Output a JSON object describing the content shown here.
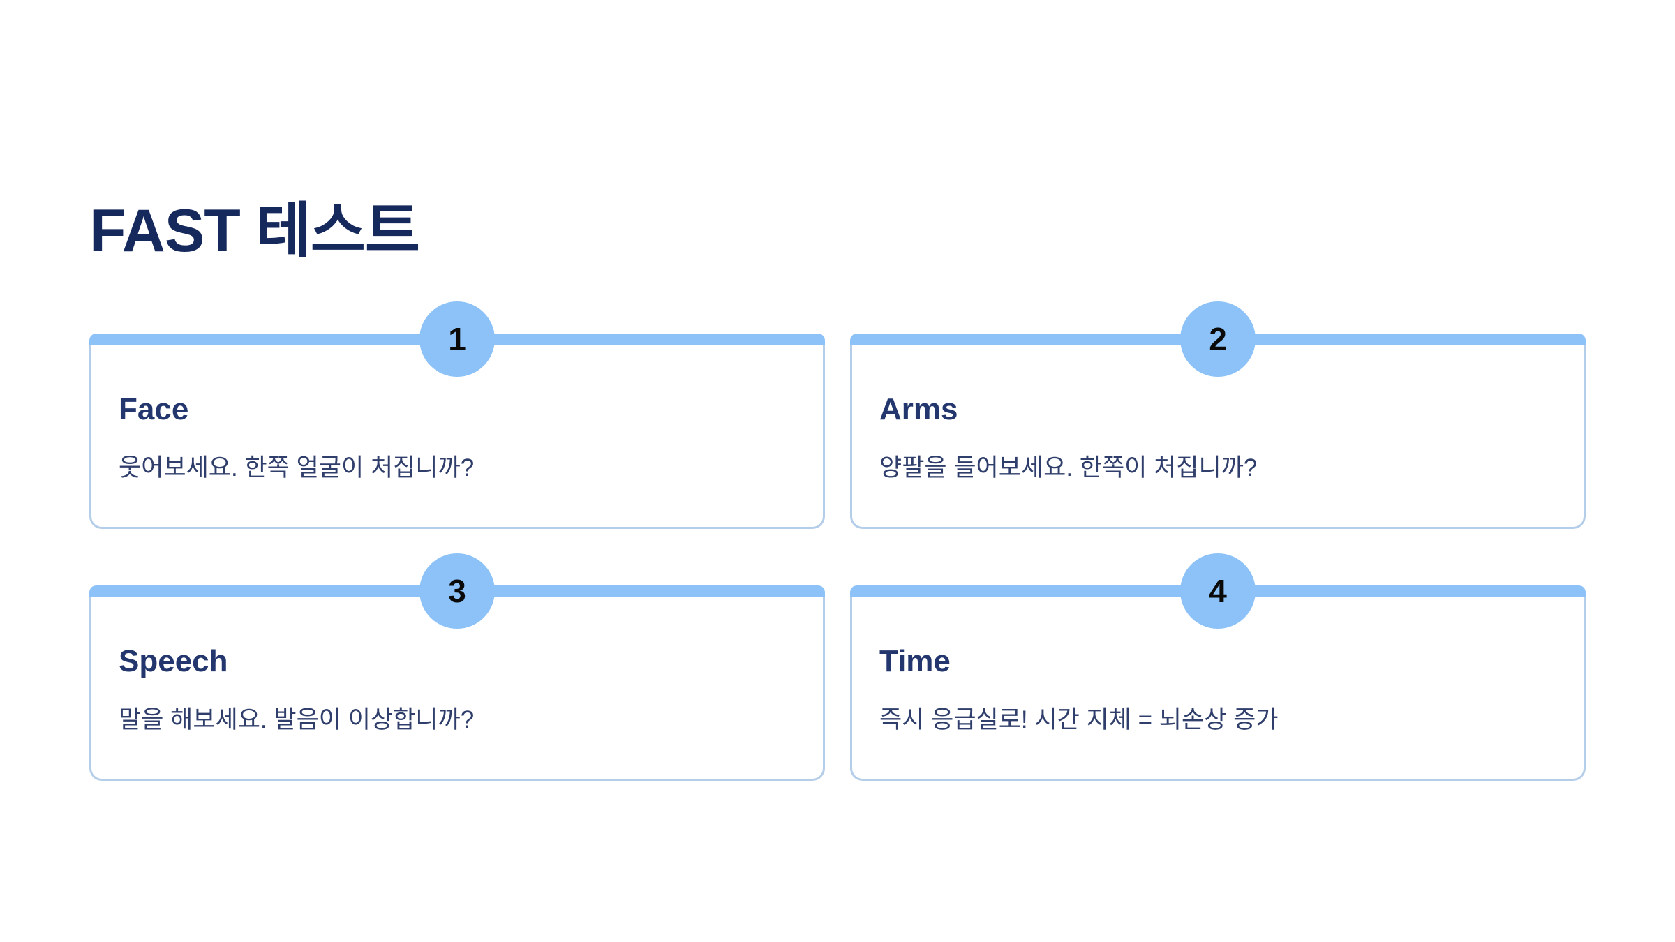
{
  "page": {
    "title": "FAST 테스트",
    "background_color": "#FFFFFF",
    "accent_color": "#8CC2F8",
    "title_color": "#16295C",
    "heading_color": "#23376E",
    "body_color": "#2F3E6B",
    "border_color": "#B4CDE8"
  },
  "cards": [
    {
      "number": "1",
      "heading": "Face",
      "text": "웃어보세요. 한쪽 얼굴이 처집니까?"
    },
    {
      "number": "2",
      "heading": "Arms",
      "text": "양팔을 들어보세요. 한쪽이 처집니까?"
    },
    {
      "number": "3",
      "heading": "Speech",
      "text": "말을 해보세요. 발음이 이상합니까?"
    },
    {
      "number": "4",
      "heading": "Time",
      "text": "즉시 응급실로! 시간 지체 = 뇌손상 증가"
    }
  ]
}
